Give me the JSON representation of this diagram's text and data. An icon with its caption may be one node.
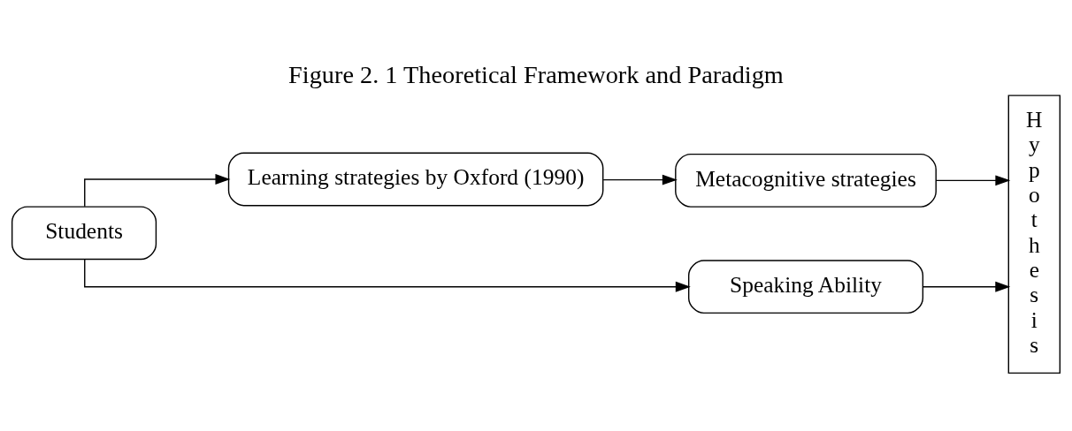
{
  "diagram": {
    "title": "Figure 2. 1 Theoretical Framework and Paradigm",
    "nodes": [
      {
        "text": [
          "Students"
        ]
      },
      {
        "text": [
          "Learning strategies by Oxford (1990)"
        ]
      },
      {
        "text": [
          "Metacognitive strategies"
        ]
      },
      {
        "text": [
          "Speaking Ability"
        ]
      },
      {
        "text": [
          "Hypothesis"
        ]
      }
    ],
    "edges": [
      {
        "from": 0,
        "to": 1,
        "arrow": "to"
      },
      {
        "from": 1,
        "to": 2,
        "arrow": "to"
      },
      {
        "from": 0,
        "to": 3,
        "arrow": "to"
      },
      {
        "from": 2,
        "to": 4,
        "arrow": "to"
      },
      {
        "from": 3,
        "to": 4,
        "arrow": "to"
      }
    ]
  }
}
